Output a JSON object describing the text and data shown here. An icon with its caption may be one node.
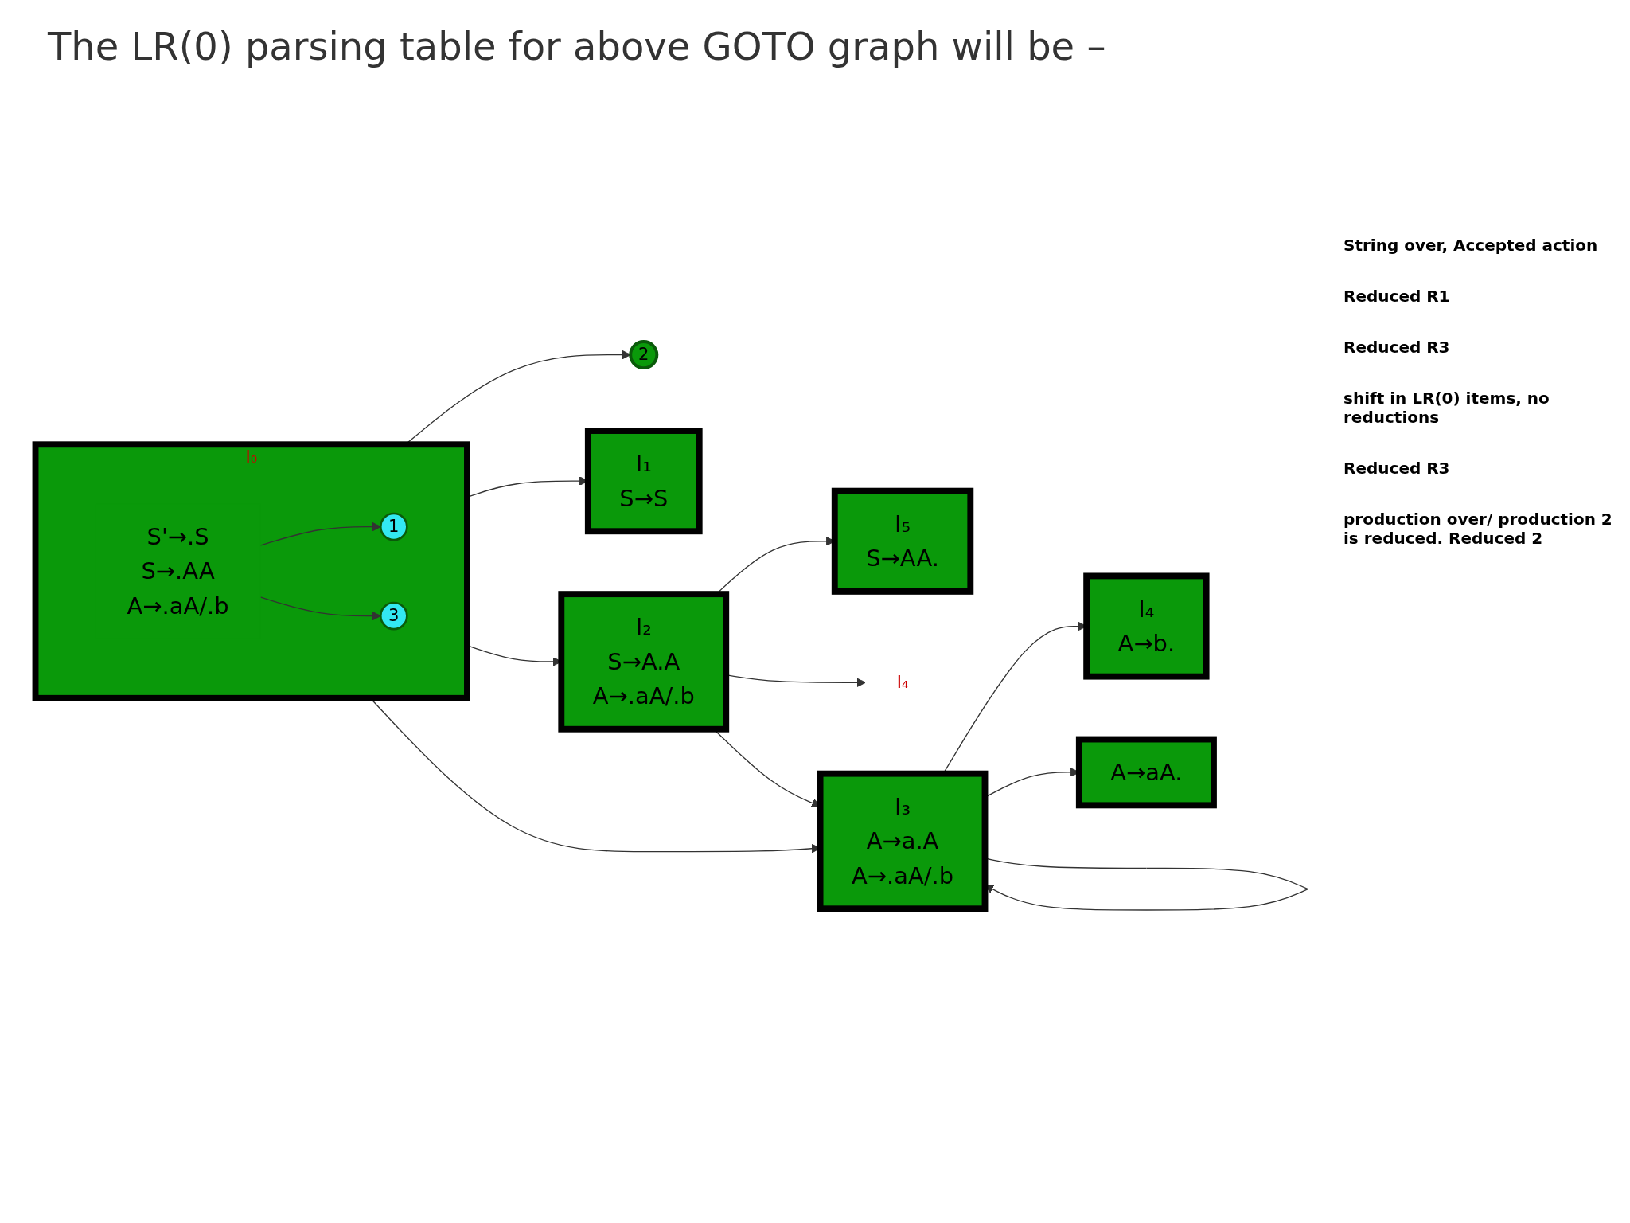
{
  "diagram": {
    "title": "The LR(0) parsing table for above GOTO graph will be –",
    "nodes": [
      {
        "text": [
          "I₀"
        ]
      },
      {
        "text": [
          "S'→.S",
          "S→.AA",
          "A→.aA/.b"
        ],
        "in": 0
      },
      {
        "text": [
          "1"
        ],
        "in": 0
      },
      {
        "text": [
          "3"
        ],
        "in": 0
      },
      {
        "text": [
          "2"
        ]
      },
      {
        "text": [
          "I₁",
          "S→S"
        ]
      },
      {
        "text": [
          "I₂",
          "S→A.A",
          "A→.aA/.b"
        ]
      },
      {
        "text": [
          "I₅",
          "S→AA."
        ]
      },
      {
        "text": [
          "I₄"
        ]
      },
      {
        "text": [
          "I₃",
          "A→a.A",
          "A→.aA/.b"
        ]
      },
      {
        "text": [
          "I₄",
          "A→b."
        ]
      },
      {
        "text": [
          "A→aA."
        ]
      }
    ],
    "edges": [
      {
        "from": 1,
        "to": 2,
        "arrow": "to"
      },
      {
        "from": 1,
        "to": 3,
        "arrow": "to"
      },
      {
        "from": 0,
        "to": 4,
        "arrow": "to"
      },
      {
        "from": 0,
        "to": 5,
        "arrow": "to"
      },
      {
        "from": 0,
        "to": 6,
        "arrow": "to"
      },
      {
        "from": 6,
        "to": 7,
        "arrow": "to"
      },
      {
        "from": 6,
        "to": 8,
        "arrow": "to"
      },
      {
        "from": 0,
        "to": 9,
        "arrow": "to"
      },
      {
        "from": 6,
        "to": 9,
        "arrow": "to"
      },
      {
        "from": 9,
        "to": 9,
        "arrow": "to"
      },
      {
        "from": 9,
        "to": 10,
        "arrow": "to"
      },
      {
        "from": 9,
        "to": 11,
        "arrow": "to"
      }
    ],
    "labels": [
      "String over, Accepted action",
      "Reduced R1",
      "Reduced R3",
      "shift in LR(0) items, no reductions",
      "Reduced R3",
      "production over/ production 2 is reduced. Reduced 2"
    ]
  }
}
